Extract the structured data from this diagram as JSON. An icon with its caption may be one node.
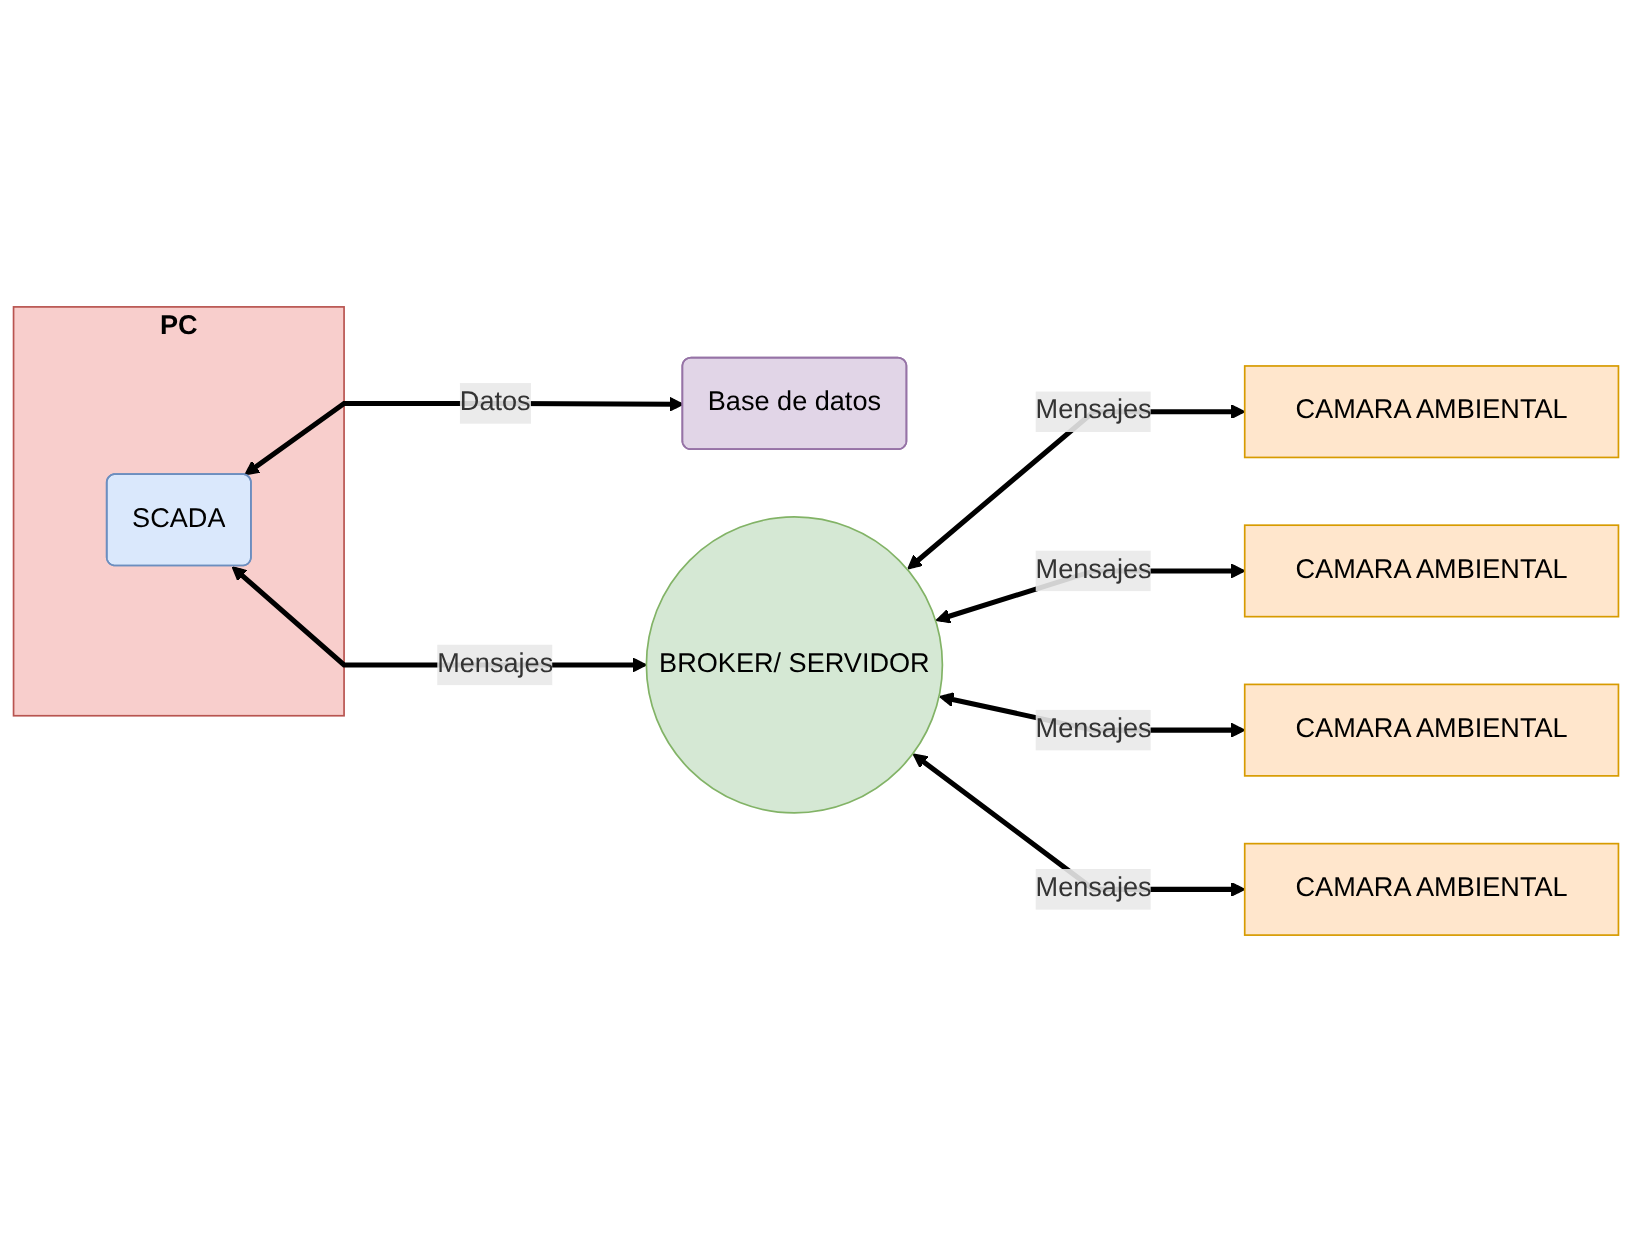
{
  "diagram": {
    "nodes": [
      {
        "text": [
          "PC"
        ]
      },
      {
        "text": [
          "SCADA"
        ],
        "in": 0
      },
      {
        "text": [
          "Base de datos"
        ]
      },
      {
        "text": [
          "BROKER/ SERVIDOR"
        ]
      },
      {
        "text": [
          "CAMARA AMBIENTAL"
        ]
      },
      {
        "text": [
          "CAMARA AMBIENTAL"
        ]
      },
      {
        "text": [
          "CAMARA AMBIENTAL"
        ]
      },
      {
        "text": [
          "CAMARA AMBIENTAL"
        ]
      }
    ],
    "edges": [
      {
        "from": 1,
        "to": 3,
        "arrow": "both",
        "label": "Mensajes"
      },
      {
        "from": 1,
        "to": 2,
        "arrow": "both",
        "label": "Datos"
      },
      {
        "from": 3,
        "to": 4,
        "arrow": "both",
        "label": "Mensajes"
      },
      {
        "from": 3,
        "to": 5,
        "arrow": "both",
        "label": "Mensajes"
      },
      {
        "from": 3,
        "to": 6,
        "arrow": "both",
        "label": "Mensajes"
      },
      {
        "from": 3,
        "to": 7,
        "arrow": "both",
        "label": "Mensajes"
      }
    ]
  }
}
